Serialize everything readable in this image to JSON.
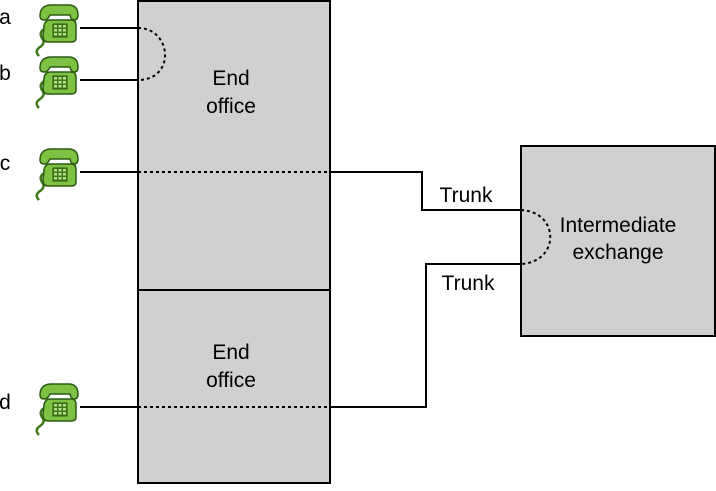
{
  "offices": [
    {
      "line1": "End",
      "line2": "office"
    },
    {
      "line1": "End",
      "line2": "office"
    }
  ],
  "exchange": {
    "line1": "Intermediate",
    "line2": "exchange"
  },
  "trunks": [
    "Trunk",
    "Trunk"
  ],
  "phones": [
    "a",
    "b",
    "c",
    "d"
  ],
  "colors": {
    "box_fill": "#d0d0d0",
    "phone_green": "#7dc242",
    "phone_dark": "#3f7a1a"
  }
}
